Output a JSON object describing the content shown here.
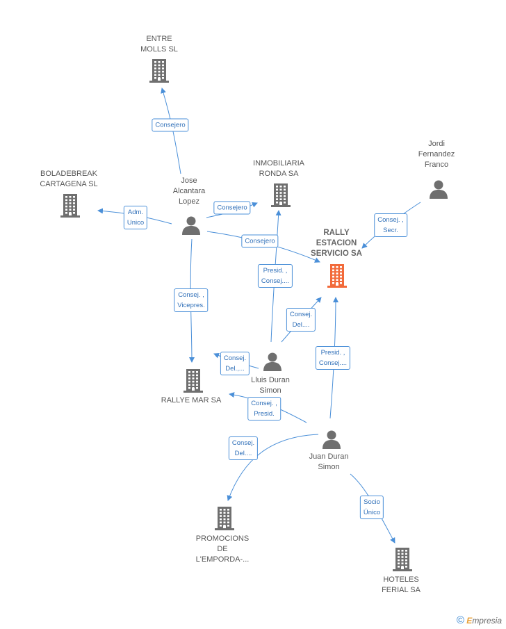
{
  "colors": {
    "edge": "#4a8fd8",
    "building": "#6f6f6f",
    "main_building": "#f26a3a",
    "person": "#6f6f6f"
  },
  "nodes": [
    {
      "id": "entre",
      "type": "company",
      "label": "ENTRE\nMOLLS SL",
      "icon": "building-icon"
    },
    {
      "id": "bola",
      "type": "company",
      "label": "BOLADEBREAK\nCARTAGENA SL",
      "icon": "building-icon"
    },
    {
      "id": "inmob",
      "type": "company",
      "label": "INMOBILIARIA\nRONDA SA",
      "icon": "building-icon"
    },
    {
      "id": "rally",
      "type": "company",
      "label": "RALLY\nESTACION\nSERVICIO SA",
      "icon": "building-icon",
      "main": true
    },
    {
      "id": "rallye",
      "type": "company",
      "label": "RALLYE MAR SA",
      "icon": "building-icon"
    },
    {
      "id": "promo",
      "type": "company",
      "label": "PROMOCIONS\nDE\nL'EMPORDA-...",
      "icon": "building-icon"
    },
    {
      "id": "hoteles",
      "type": "company",
      "label": "HOTELES\nFERIAL SA",
      "icon": "building-icon"
    },
    {
      "id": "jose",
      "type": "person",
      "label": "Jose\nAlcantara\nLopez",
      "icon": "person-icon"
    },
    {
      "id": "jordi",
      "type": "person",
      "label": "Jordi\nFernandez\nFranco",
      "icon": "person-icon"
    },
    {
      "id": "lluis",
      "type": "person",
      "label": "Lluis Duran\nSimon",
      "icon": "person-icon"
    },
    {
      "id": "juan",
      "type": "person",
      "label": "Juan Duran\nSimon",
      "icon": "person-icon"
    }
  ],
  "edges": [
    {
      "from": "jose",
      "to": "entre",
      "label": "Consejero"
    },
    {
      "from": "jose",
      "to": "bola",
      "label": "Adm.\nUnico"
    },
    {
      "from": "jose",
      "to": "inmob",
      "label": "Consejero"
    },
    {
      "from": "jose",
      "to": "rally",
      "label": "Consejero"
    },
    {
      "from": "jose",
      "to": "rallye",
      "label": "Consej. ,\nVicepres."
    },
    {
      "from": "jordi",
      "to": "rally",
      "label": "Consej. ,\nSecr."
    },
    {
      "from": "lluis",
      "to": "inmob",
      "label": "Presid. ,\nConsej...."
    },
    {
      "from": "lluis",
      "to": "rally",
      "label": "Consej.\nDel...."
    },
    {
      "from": "lluis",
      "to": "rallye",
      "label": "Consej.\nDel.,..."
    },
    {
      "from": "juan",
      "to": "rally",
      "label": "Presid. ,\nConsej...."
    },
    {
      "from": "juan",
      "to": "rallye",
      "label": "Consej. ,\nPresid."
    },
    {
      "from": "juan",
      "to": "promo",
      "label": "Consej.\nDel...."
    },
    {
      "from": "juan",
      "to": "hoteles",
      "label": "Socio\nÚnico"
    }
  ],
  "brand": {
    "symbol": "©",
    "initial": "E",
    "rest": "mpresia"
  }
}
